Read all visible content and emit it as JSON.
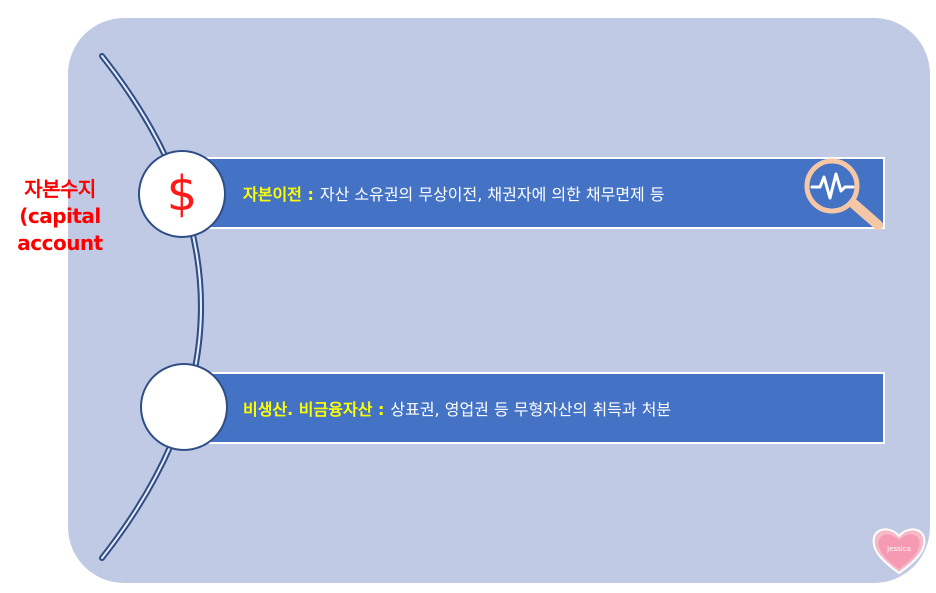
{
  "side_title": {
    "line1": "자본수지",
    "line2": "(capital",
    "line3": "account"
  },
  "items": [
    {
      "icon": "dollar-icon",
      "icon_glyph": "$",
      "term": "자본이전 :",
      "description": "자산 소유권의 무상이전, 채권자에 의한 채무면제 등"
    },
    {
      "icon": "",
      "term": "비생산. 비금융자산 :",
      "description": "상표권, 영업권 등 무형자산의 취득과 처분"
    }
  ],
  "decoration": {
    "magnifier_icon": "magnifier-pulse-icon",
    "sticker_text": "Jessica"
  },
  "colors": {
    "panel": "#c1cae4",
    "bar": "#4472c4",
    "term": "#ffff00",
    "title": "#ff0000",
    "dollar": "#ff1a1a"
  }
}
